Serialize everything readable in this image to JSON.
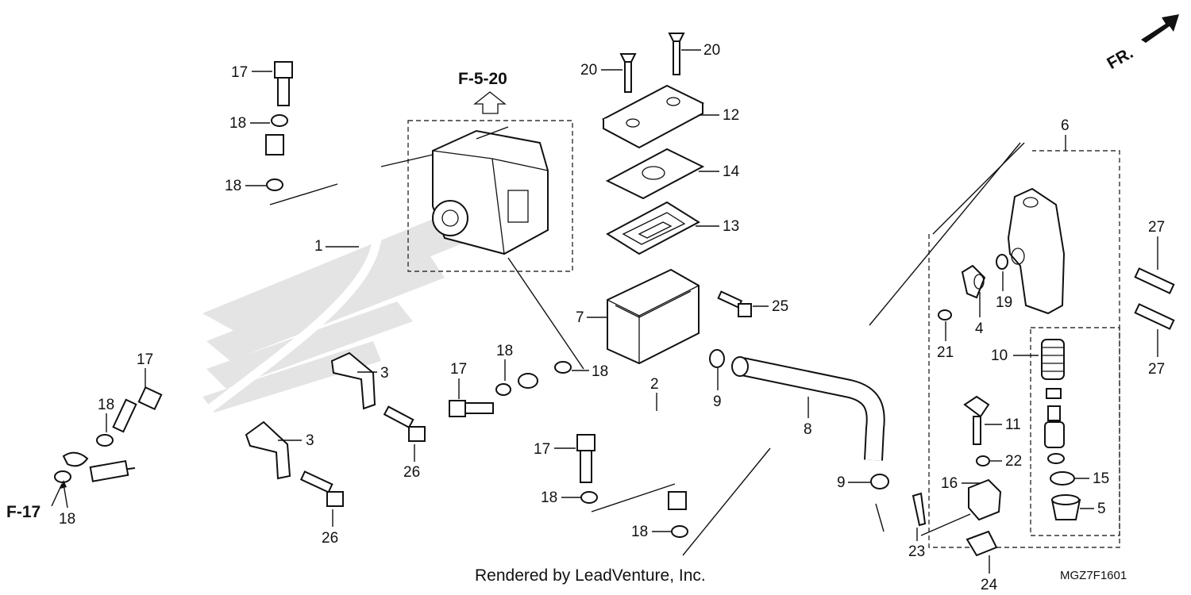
{
  "refs": {
    "f_5_20": "F-5-20",
    "f_17": "F-17",
    "front": "FR."
  },
  "callouts": [
    {
      "id": "c17a",
      "label": "17"
    },
    {
      "id": "c18a",
      "label": "18"
    },
    {
      "id": "c18b",
      "label": "18"
    },
    {
      "id": "c1",
      "label": "1"
    },
    {
      "id": "c17b",
      "label": "17"
    },
    {
      "id": "c18c",
      "label": "18"
    },
    {
      "id": "c18d",
      "label": "18"
    },
    {
      "id": "c3a",
      "label": "3"
    },
    {
      "id": "c3b",
      "label": "3"
    },
    {
      "id": "c26a",
      "label": "26"
    },
    {
      "id": "c26b",
      "label": "26"
    },
    {
      "id": "c17c",
      "label": "17"
    },
    {
      "id": "c18e",
      "label": "18"
    },
    {
      "id": "c18f",
      "label": "18"
    },
    {
      "id": "c2",
      "label": "2"
    },
    {
      "id": "c17d",
      "label": "17"
    },
    {
      "id": "c18g",
      "label": "18"
    },
    {
      "id": "c18h",
      "label": "18"
    },
    {
      "id": "c20a",
      "label": "20"
    },
    {
      "id": "c20b",
      "label": "20"
    },
    {
      "id": "c12",
      "label": "12"
    },
    {
      "id": "c14",
      "label": "14"
    },
    {
      "id": "c13",
      "label": "13"
    },
    {
      "id": "c7",
      "label": "7"
    },
    {
      "id": "c25",
      "label": "25"
    },
    {
      "id": "c9a",
      "label": "9"
    },
    {
      "id": "c8",
      "label": "8"
    },
    {
      "id": "c9b",
      "label": "9"
    },
    {
      "id": "c6",
      "label": "6"
    },
    {
      "id": "c27a",
      "label": "27"
    },
    {
      "id": "c27b",
      "label": "27"
    },
    {
      "id": "c19",
      "label": "19"
    },
    {
      "id": "c4",
      "label": "4"
    },
    {
      "id": "c21",
      "label": "21"
    },
    {
      "id": "c10",
      "label": "10"
    },
    {
      "id": "c11",
      "label": "11"
    },
    {
      "id": "c22",
      "label": "22"
    },
    {
      "id": "c15",
      "label": "15"
    },
    {
      "id": "c5",
      "label": "5"
    },
    {
      "id": "c16",
      "label": "16"
    },
    {
      "id": "c23",
      "label": "23"
    },
    {
      "id": "c24",
      "label": "24"
    }
  ],
  "footer": {
    "credit": "Rendered by LeadVenture, Inc.",
    "diagram_code": "MGZ7F1601"
  }
}
